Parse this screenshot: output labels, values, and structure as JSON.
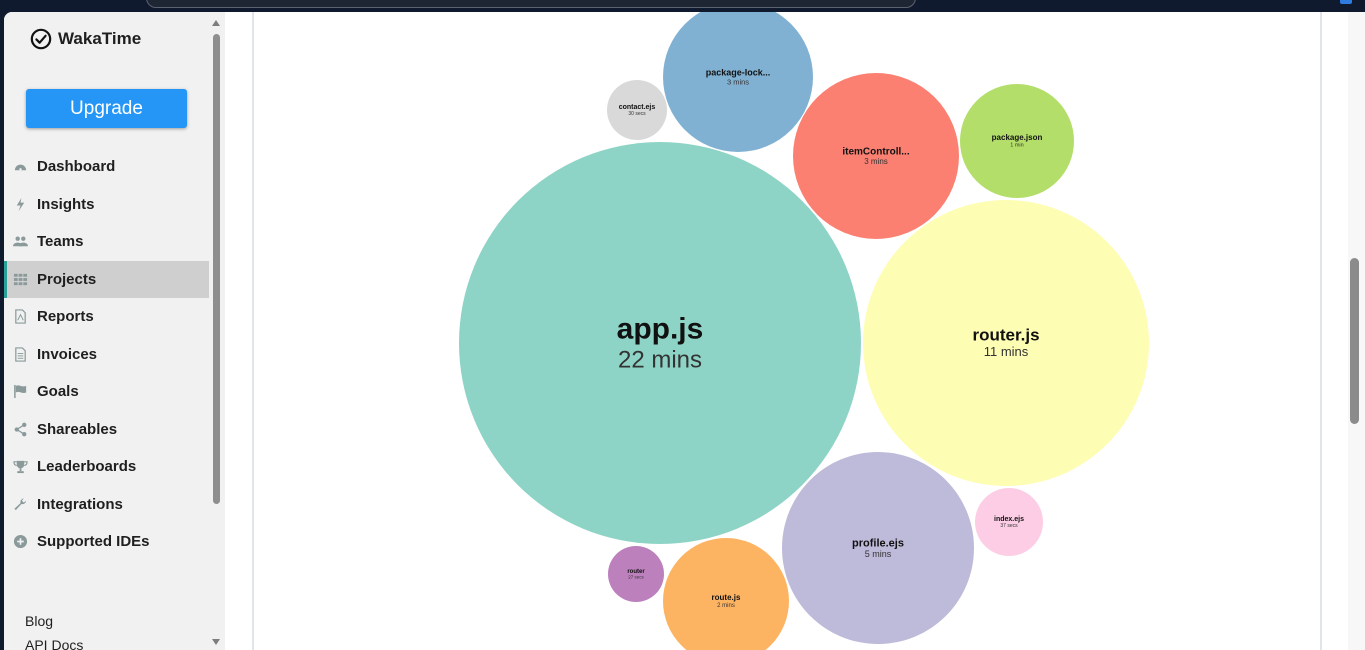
{
  "app": {
    "name": "WakaTime"
  },
  "sidebar": {
    "upgrade_label": "Upgrade",
    "items": [
      {
        "label": "Dashboard",
        "icon": "dashboard-icon",
        "active": false
      },
      {
        "label": "Insights",
        "icon": "bolt-icon",
        "active": false
      },
      {
        "label": "Teams",
        "icon": "users-icon",
        "active": false
      },
      {
        "label": "Projects",
        "icon": "grid-icon",
        "active": true
      },
      {
        "label": "Reports",
        "icon": "pdf-icon",
        "active": false
      },
      {
        "label": "Invoices",
        "icon": "document-icon",
        "active": false
      },
      {
        "label": "Goals",
        "icon": "flag-icon",
        "active": false
      },
      {
        "label": "Shareables",
        "icon": "share-icon",
        "active": false
      },
      {
        "label": "Leaderboards",
        "icon": "trophy-icon",
        "active": false
      },
      {
        "label": "Integrations",
        "icon": "wrench-icon",
        "active": false
      },
      {
        "label": "Supported IDEs",
        "icon": "plus-circle-icon",
        "active": false
      }
    ],
    "footer_links": [
      "Blog",
      "API Docs"
    ]
  },
  "colors": {
    "accent": "#2596f5",
    "active_indicator": "#2aa198"
  },
  "bubbles": [
    {
      "name": "app.js",
      "time": "22 mins",
      "color": "#8ed4c6"
    },
    {
      "name": "router.js",
      "time": "11 mins",
      "color": "#fdfdb3"
    },
    {
      "name": "package-lock...",
      "time": "3 mins",
      "color": "#80b1d3"
    },
    {
      "name": "itemControll...",
      "time": "3 mins",
      "color": "#fb8072"
    },
    {
      "name": "profile.ejs",
      "time": "5 mins",
      "color": "#bebada"
    },
    {
      "name": "route.js",
      "time": "2 mins",
      "color": "#fdb462"
    },
    {
      "name": "package.json",
      "time": "1 min",
      "color": "#b3de69"
    },
    {
      "name": "contact.ejs",
      "time": "30 secs",
      "color": "#d9d9d9"
    },
    {
      "name": "index.ejs",
      "time": "37 secs",
      "color": "#fccde5"
    },
    {
      "name": "router",
      "time": "27 secs",
      "color": "#bc80bd"
    }
  ]
}
